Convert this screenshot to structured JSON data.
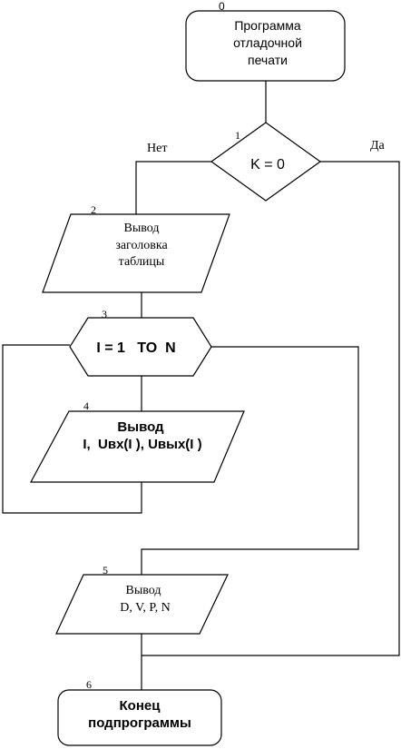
{
  "blocks": {
    "start": {
      "number": "0",
      "lines": [
        "Программа",
        "отладочной",
        "печати"
      ]
    },
    "decision": {
      "number": "1",
      "text": "K = 0",
      "no_label": "Нет",
      "yes_label": "Да"
    },
    "out_header": {
      "number": "2",
      "lines": [
        "Вывод",
        "заголовка",
        "таблицы"
      ]
    },
    "loop": {
      "number": "3",
      "text": "I = 1   TO  N"
    },
    "out_row": {
      "number": "4",
      "lines": [
        "Вывод",
        "I,  Uвх(I ), Uвых(I )"
      ]
    },
    "out_params": {
      "number": "5",
      "lines": [
        "Вывод",
        "D, V, P, N"
      ]
    },
    "end": {
      "number": "6",
      "lines": [
        "Конец",
        "подпрограммы"
      ]
    }
  }
}
